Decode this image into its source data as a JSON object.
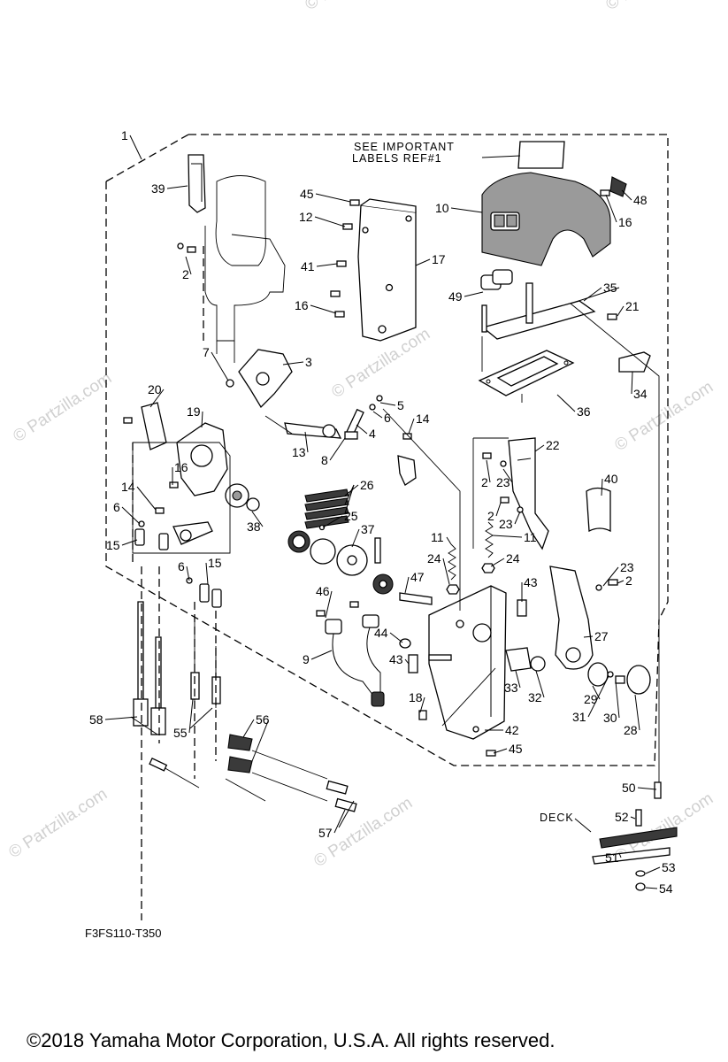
{
  "diagram": {
    "note_lines": [
      "SEE IMPORTANT",
      "LABELS REF#1"
    ],
    "deck_label": "DECK",
    "figure_code": "F3FS110-T350",
    "copyright": "©2018  Yamaha Motor Corporation, U.S.A. All rights reserved.",
    "watermark": "© Partzilla.com",
    "callouts": [
      "1",
      "2",
      "3",
      "4",
      "5",
      "6",
      "7",
      "8",
      "9",
      "10",
      "11",
      "12",
      "13",
      "14",
      "15",
      "16",
      "17",
      "18",
      "19",
      "20",
      "21",
      "22",
      "23",
      "24",
      "25",
      "26",
      "27",
      "28",
      "29",
      "30",
      "31",
      "32",
      "33",
      "34",
      "35",
      "36",
      "37",
      "38",
      "39",
      "40",
      "41",
      "42",
      "43",
      "44",
      "45",
      "46",
      "47",
      "48",
      "49",
      "50",
      "51",
      "52",
      "53",
      "54",
      "55",
      "56",
      "57",
      "58"
    ]
  }
}
